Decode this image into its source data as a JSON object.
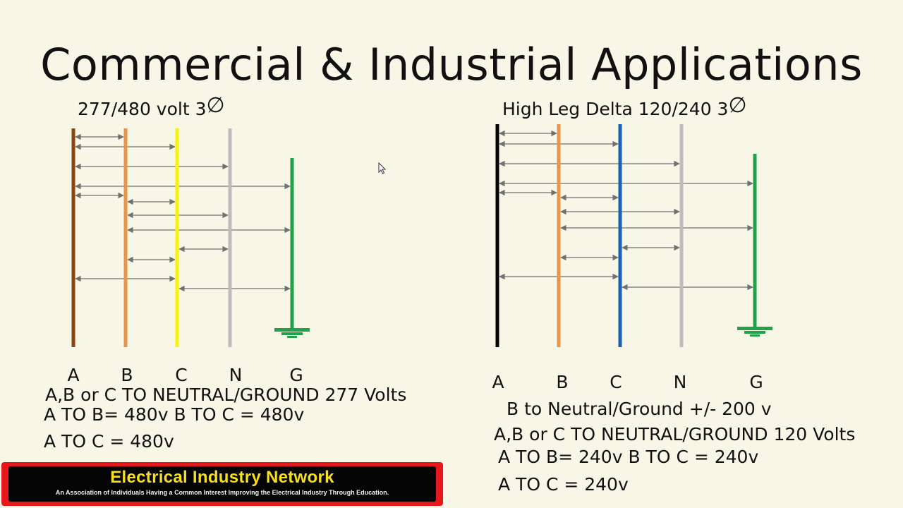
{
  "title": "Commercial & Industrial Applications",
  "left": {
    "heading": "277/480 volt 3",
    "wire_labels": [
      "A",
      "B",
      "C",
      "N",
      "G"
    ],
    "lines": [
      "A,B or C TO NEUTRAL/GROUND 277 Volts",
      "A TO B= 480v  B TO C = 480v",
      "A TO C = 480v"
    ]
  },
  "right": {
    "heading": "High Leg Delta   120/240 3",
    "wire_labels": [
      "A",
      "B",
      "C",
      "N",
      "G"
    ],
    "lines": [
      "B to Neutral/Ground +/- 200 v",
      "A,B or C TO NEUTRAL/GROUND 120 Volts",
      "A TO B= 240v  B TO C = 240v",
      "A TO C = 240v"
    ]
  },
  "phase_symbol": "∅",
  "colors": {
    "left_wires": [
      "#8b4513",
      "#e8944a",
      "#f7f30f",
      "#bdbdbd",
      "#1fa24a"
    ],
    "right_wires": [
      "#050505",
      "#e8944a",
      "#1a5fb4",
      "#bdbdbd",
      "#1fa24a"
    ],
    "arrow": "#707070",
    "footer_border": "#e8171b",
    "footer_text": "#f7e01b"
  },
  "footer": {
    "name": "Electrical Industry Network",
    "tagline": "An Association of Individuals Having a Common Interest Improving the Electrical Industry Through Education."
  }
}
